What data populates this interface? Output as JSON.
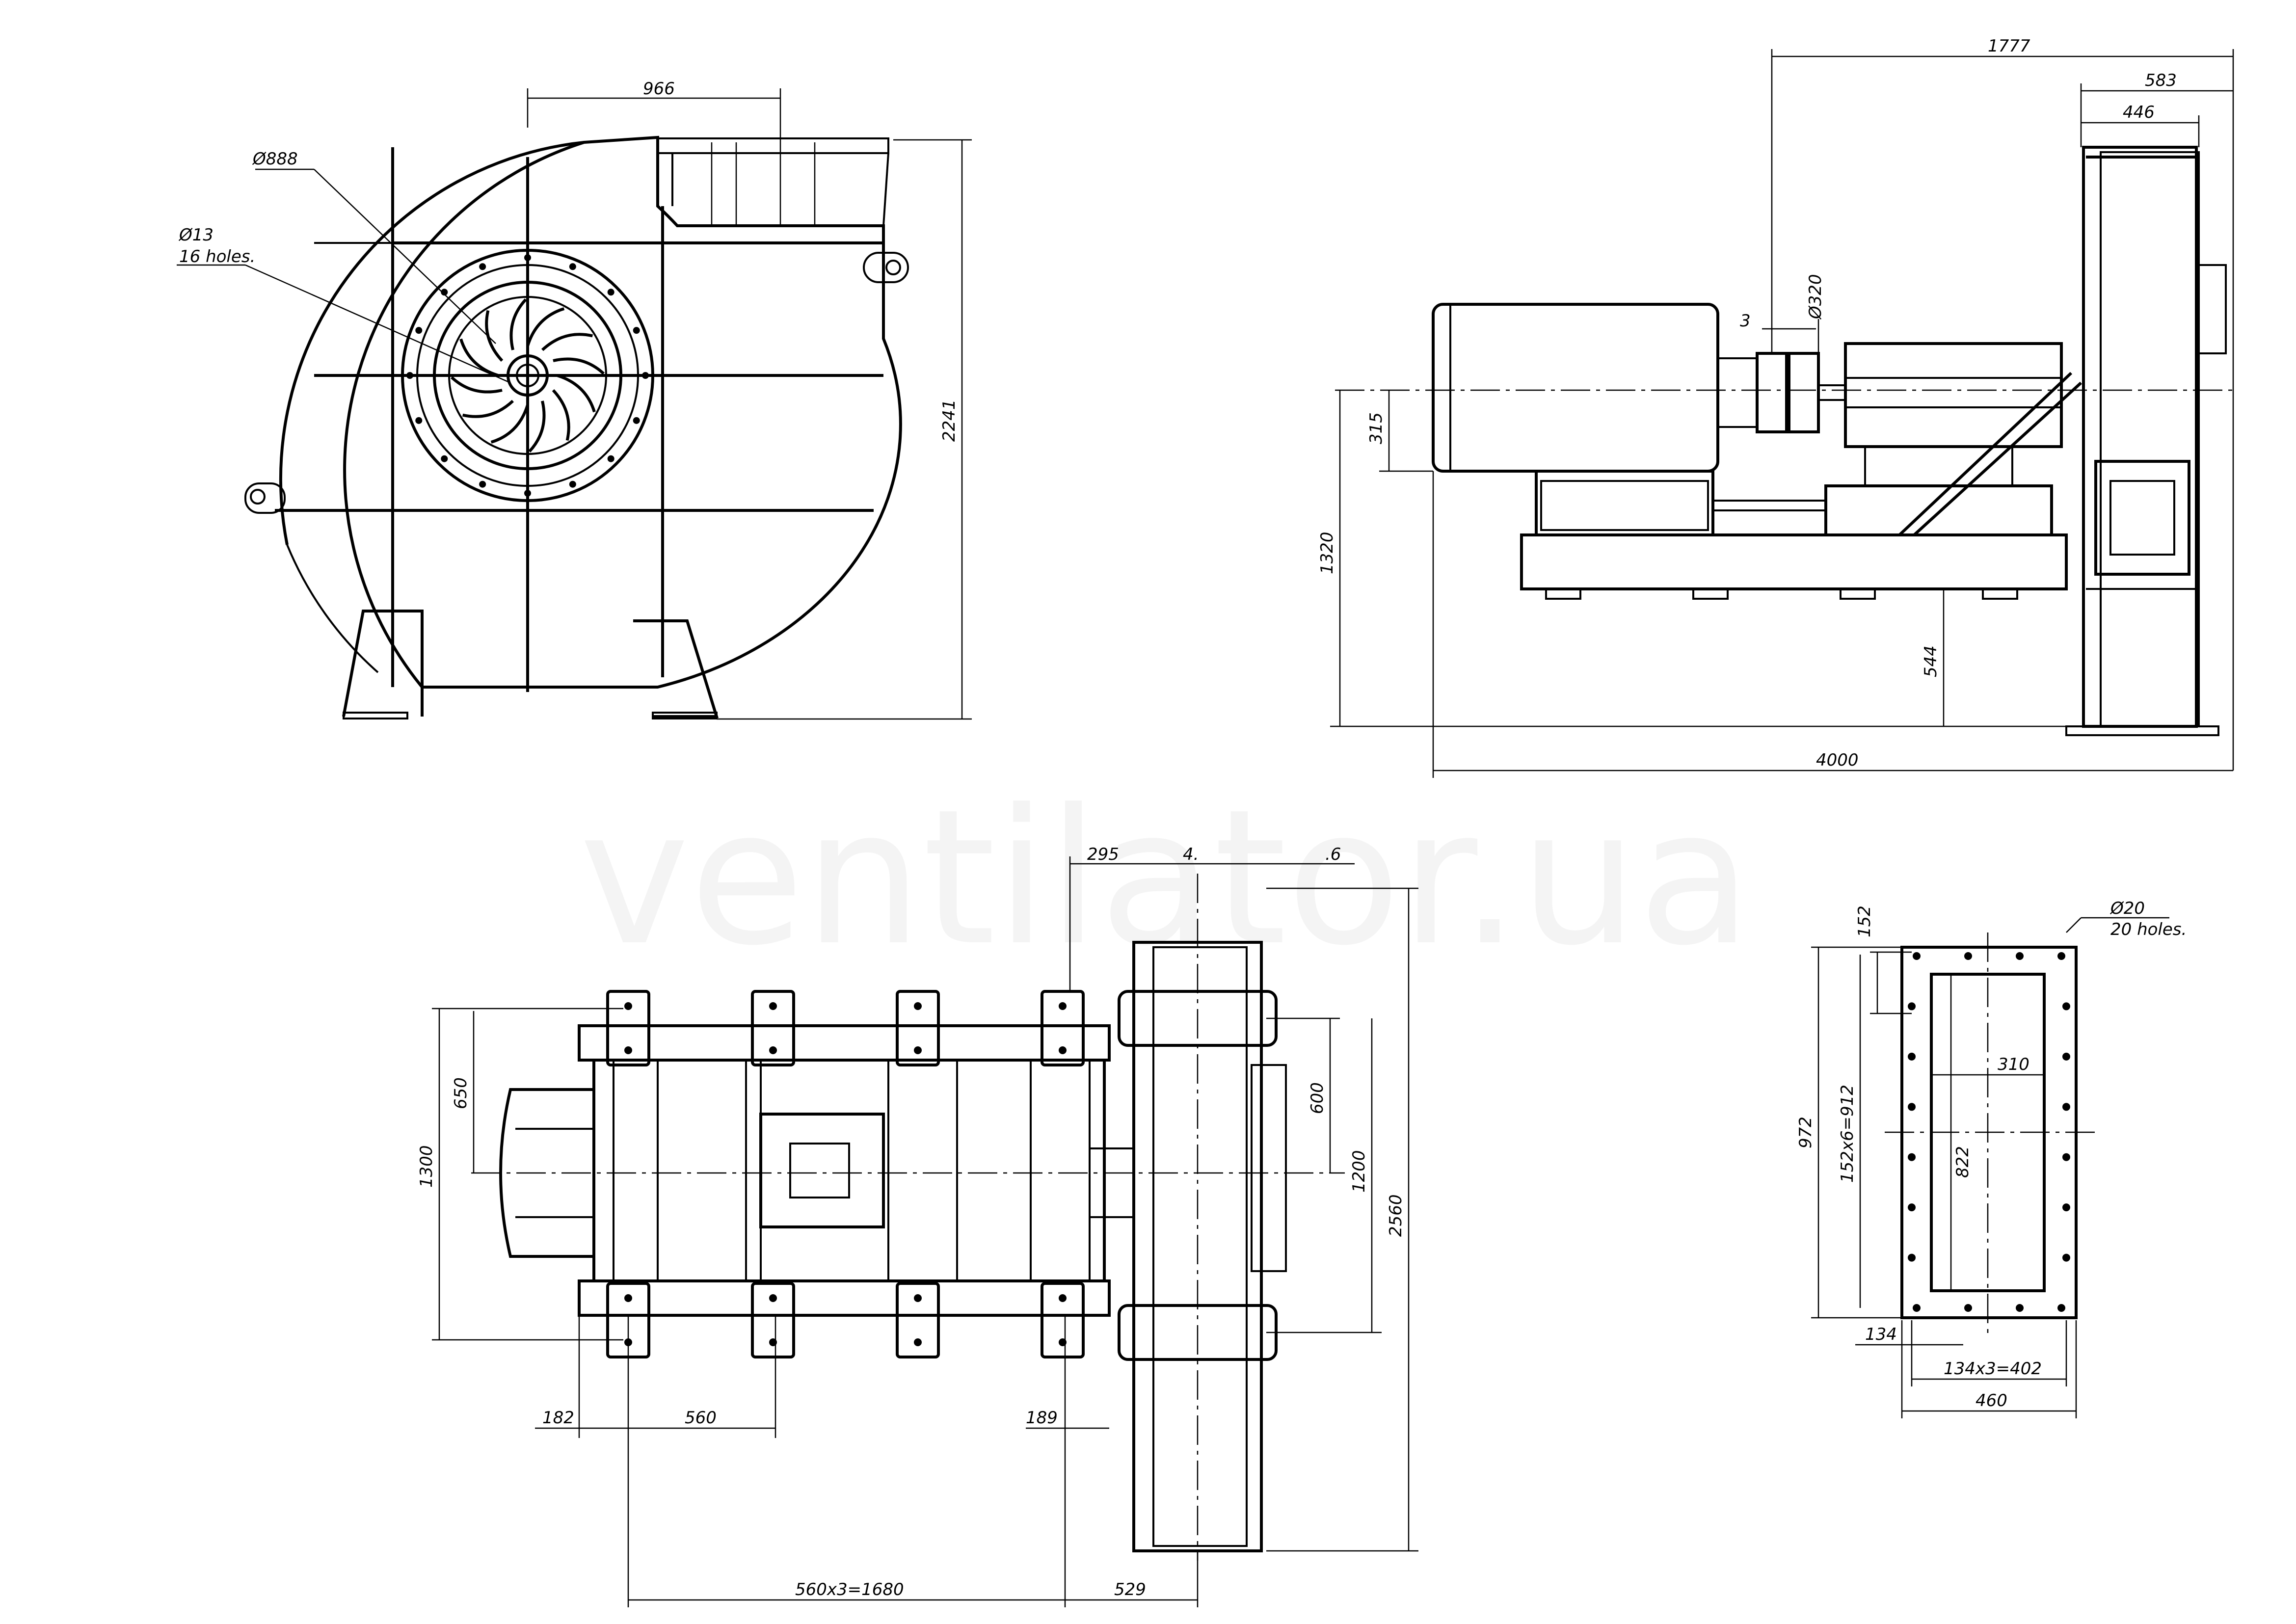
{
  "watermark": "ventilator.ua",
  "front_view": {
    "dims": {
      "width_966": "966",
      "height_2241": "2241",
      "dia_888": "Ø888",
      "dia_13": "Ø13",
      "holes_16": "16 holes."
    }
  },
  "side_view": {
    "dims": {
      "d1777": "1777",
      "d583": "583",
      "d446": "446",
      "d3": "3",
      "dia_320": "Ø320",
      "d315": "315",
      "d1320": "1320",
      "d544": "544",
      "d4000": "4000"
    }
  },
  "top_view": {
    "dims": {
      "d295": "295",
      "d4x": "4.",
      "d6": ".6",
      "d650": "650",
      "d1300": "1300",
      "d600": "600",
      "d1200": "1200",
      "d2560": "2560",
      "d182": "182",
      "d560": "560",
      "d189": "189",
      "d560x3": "560x3=1680",
      "d529": "529"
    }
  },
  "flange_view": {
    "dims": {
      "dia_20": "Ø20",
      "holes_20": "20 holes.",
      "d152": "152",
      "d972": "972",
      "d152x6": "152x6=912",
      "d310": "310",
      "d822": "822",
      "d134": "134",
      "d134x3": "134x3=402",
      "d460": "460"
    }
  }
}
